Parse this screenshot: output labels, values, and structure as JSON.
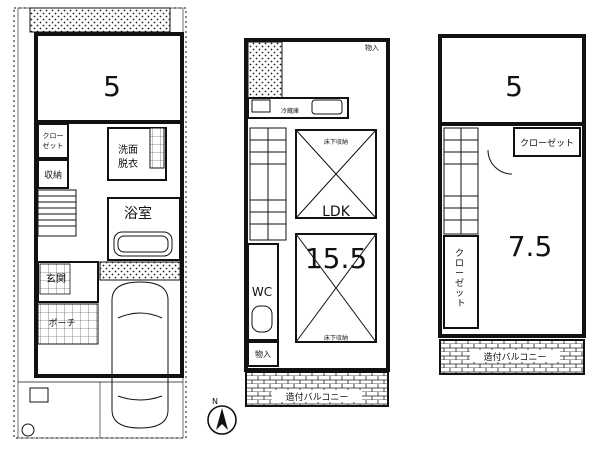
{
  "floor1": {
    "room_top_size": "5",
    "closet_small": "クロー\nゼット",
    "washroom": "洗面\n脱衣",
    "storage": "収納",
    "bath": "浴室",
    "entrance": "玄関",
    "porch": "ポーチ"
  },
  "floor2": {
    "storage_top": "物入",
    "kitchen_label": "冷蔵庫",
    "ceiling_storage_1": "床下収納",
    "ceiling_storage_2": "床下収納",
    "ldk": "LDK",
    "ldk_size": "15.5",
    "wc": "WC",
    "storage_bottom": "物入",
    "balcony": "造付バルコニー"
  },
  "floor3": {
    "room_top_size": "5",
    "closet_top": "クローゼット",
    "closet_side": "クローゼット",
    "room_size": "7.5",
    "balcony": "造付バルコニー"
  },
  "compass_label": "N"
}
